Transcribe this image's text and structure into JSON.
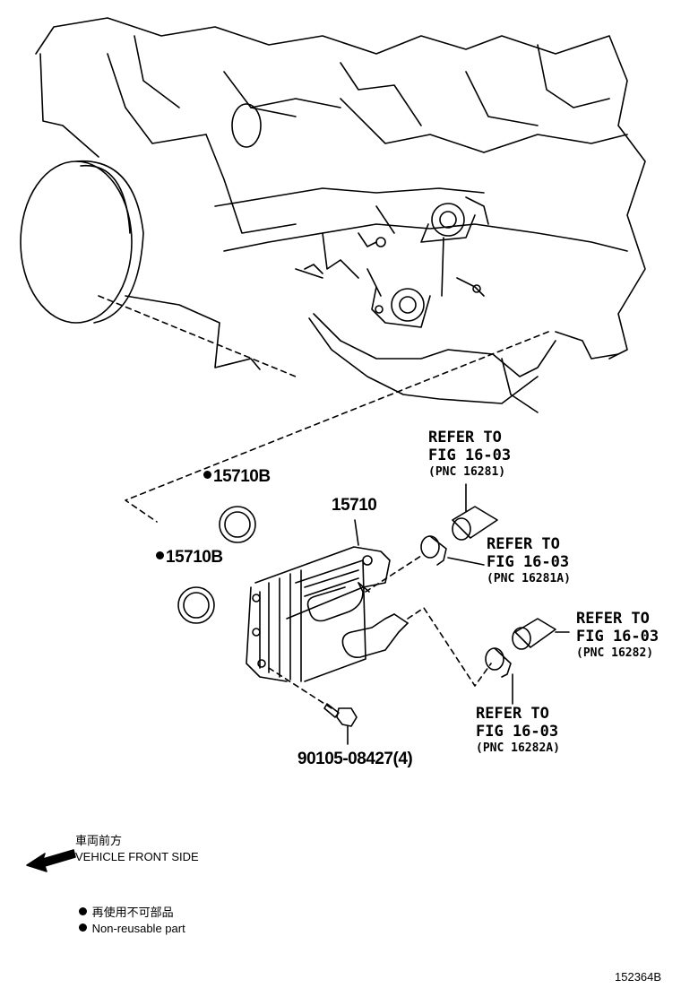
{
  "callouts": {
    "pnc_16281": {
      "line1": "REFER TO",
      "line2": "FIG 16-03",
      "line3": "(PNC 16281)"
    },
    "pnc_16281a": {
      "line1": "REFER TO",
      "line2": "FIG 16-03",
      "line3": "(PNC 16281A)"
    },
    "pnc_16282": {
      "line1": "REFER TO",
      "line2": "FIG 16-03",
      "line3": "(PNC 16282)"
    },
    "pnc_16282a": {
      "line1": "REFER TO",
      "line2": "FIG 16-03",
      "line3": "(PNC 16282A)"
    }
  },
  "parts": {
    "cooler": "15710",
    "gasket_upper": "15710B",
    "gasket_lower": "15710B",
    "bolt": "90105-08427(4)"
  },
  "legend": {
    "front_jp": "車両前方",
    "front_en": "VEHICLE FRONT SIDE",
    "nonreuse_jp": "再使用不可部品",
    "nonreuse_en": "Non-reusable part"
  },
  "figure_id": "152364B"
}
